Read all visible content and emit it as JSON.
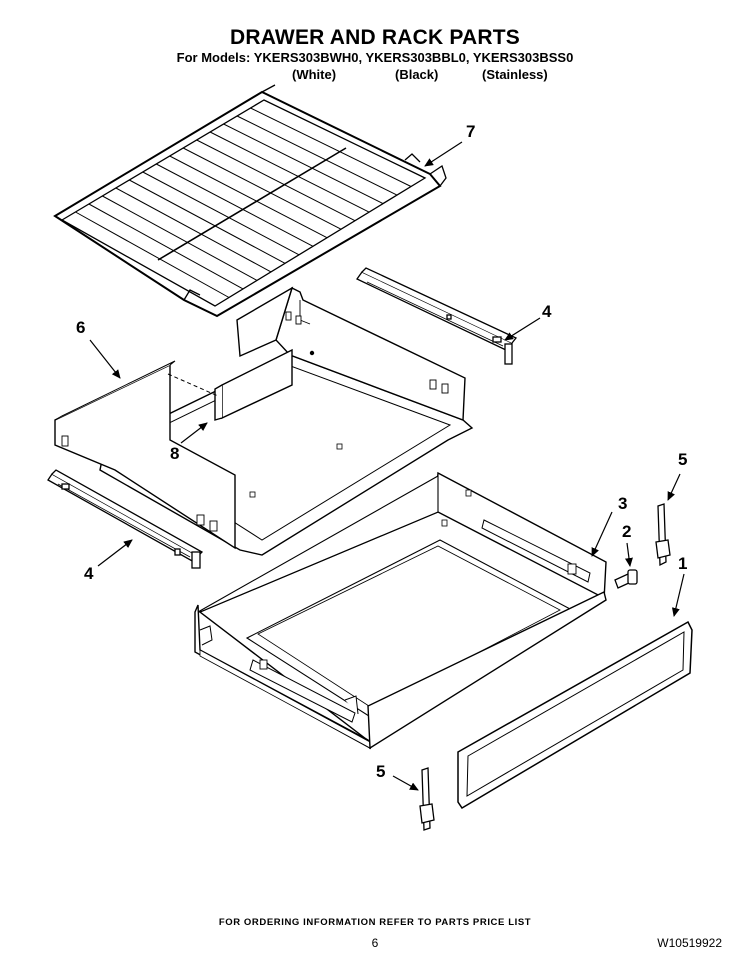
{
  "header": {
    "title": "DRAWER AND RACK PARTS",
    "models_line": "For Models: YKERS303BWH0, YKERS303BBL0, YKERS303BSS0",
    "variants": [
      "(White)",
      "(Black)",
      "(Stainless)"
    ]
  },
  "callouts": {
    "c1": "1",
    "c2": "2",
    "c3": "3",
    "c4a": "4",
    "c4b": "4",
    "c5a": "5",
    "c5b": "5",
    "c6": "6",
    "c7": "7",
    "c8": "8"
  },
  "footer": {
    "ordering_note": "FOR ORDERING INFORMATION REFER TO PARTS PRICE LIST",
    "page_number": "6",
    "document_number": "W10519922"
  }
}
